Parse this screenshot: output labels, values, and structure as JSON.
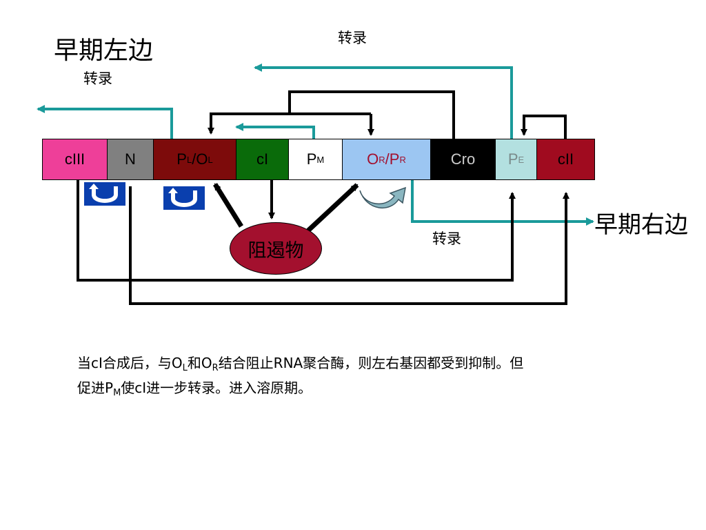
{
  "labels": {
    "early_left": "早期左边",
    "early_left_sub": "转录",
    "top_transcription": "转录",
    "early_right": "早期右边",
    "right_transcription": "转录",
    "repressor": "阻遏物"
  },
  "genes": [
    {
      "id": "cIII",
      "label": "cIII",
      "sub": "",
      "color": "#ee3f99",
      "text_color": "#000000"
    },
    {
      "id": "N",
      "label": "N",
      "sub": "",
      "color": "#808080",
      "text_color": "#000000"
    },
    {
      "id": "PL_OL",
      "label": "P",
      "sub": "L",
      "label2": "/O",
      "sub2": "L",
      "color": "#7d0b0b",
      "text_color": "#000000"
    },
    {
      "id": "cI",
      "label": "cI",
      "sub": "",
      "color": "#0a6b0a",
      "text_color": "#000000"
    },
    {
      "id": "PM",
      "label": "P",
      "sub": "M",
      "color": "#ffffff",
      "text_color": "#000000"
    },
    {
      "id": "OR_PR",
      "label": "O",
      "sub": "R",
      "label2": "/P",
      "sub2": "R",
      "color": "#9cc6f2",
      "text_color": "#a3102e"
    },
    {
      "id": "Cro",
      "label": "Cro",
      "sub": "",
      "color": "#000000",
      "text_color": "#cccccc"
    },
    {
      "id": "PE",
      "label": "P",
      "sub": "E",
      "color": "#b3e0e0",
      "text_color": "#7a8a8a"
    },
    {
      "id": "cII",
      "label": "cII",
      "sub": "",
      "color": "#a00b1f",
      "text_color": "#000000"
    }
  ],
  "caption": {
    "line1_a": "当cI合成后，与O",
    "line1_sub1": "L",
    "line1_b": "和O",
    "line1_sub2": "R",
    "line1_c": "结合阻止RNA聚合酶，则左右基因都受到抑制。但",
    "line2_a": "促进P",
    "line2_sub": "M",
    "line2_b": "使cI进一步转录。进入溶原期。"
  },
  "colors": {
    "teal_arrow": "#1a9a9a",
    "black_arrow": "#000000",
    "icon_blue": "#0a3fae"
  }
}
